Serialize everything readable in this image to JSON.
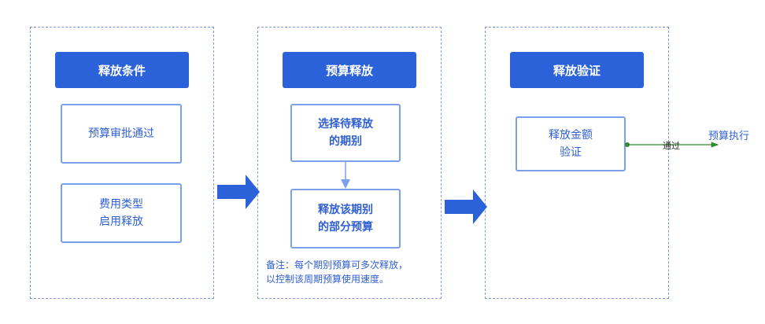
{
  "panels": [
    {
      "header": "释放条件",
      "boxes": [
        {
          "lines": [
            "预算审批通过"
          ]
        },
        {
          "lines": [
            "费用类型",
            "启用释放"
          ]
        }
      ]
    },
    {
      "header": "预算释放",
      "boxes": [
        {
          "lines": [
            "选择待释放",
            "的期别"
          ]
        },
        {
          "lines": [
            "释放该期别",
            "的部分预算"
          ]
        }
      ],
      "note": [
        "备注：每个期别预算可多次释放，",
        "以控制该周期预算使用速度。"
      ]
    },
    {
      "header": "释放验证",
      "boxes": [
        {
          "lines": [
            "释放金额",
            "验证"
          ]
        }
      ]
    }
  ],
  "edge": {
    "label": "通过",
    "target": "预算执行"
  },
  "colors": {
    "header": "#2b62d9",
    "box_border": "#7aa0ea",
    "panel_border": "#7d9bd8",
    "big_arrow": "#2b62d9",
    "edge": "#2e8b2e",
    "text": "#2f5fd0"
  }
}
